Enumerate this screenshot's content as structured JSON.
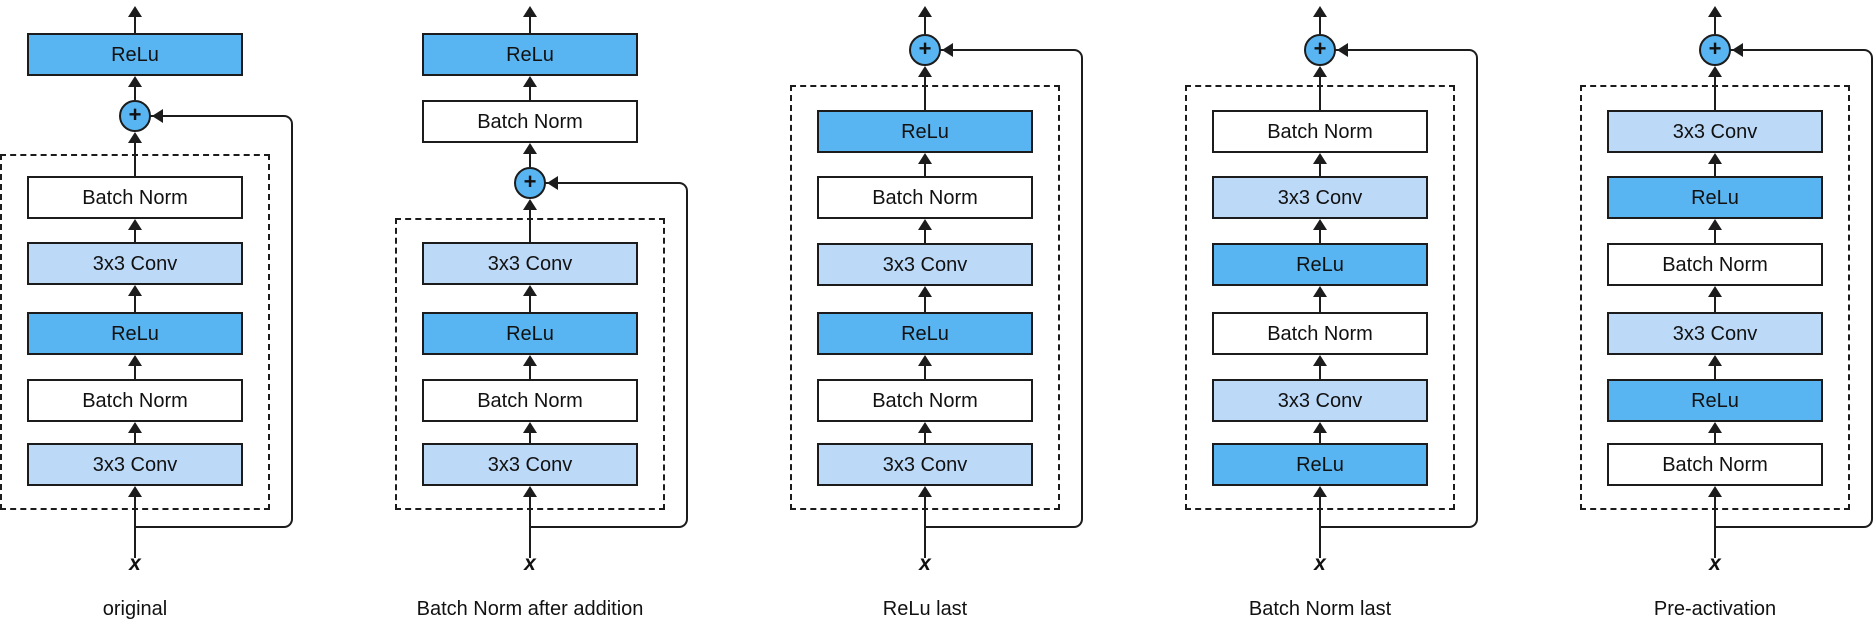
{
  "colors": {
    "relu": "#58b5f2",
    "conv": "#bcd9f8",
    "bn": "#ffffff",
    "line": "#1c1c1c",
    "bg": "#ffffff"
  },
  "diagrams": [
    {
      "caption": "original",
      "input_label": "x",
      "add_symbol": "+",
      "outside": [
        {
          "type": "relu",
          "label": "ReLu"
        }
      ],
      "inside": [
        {
          "type": "bn",
          "label": "Batch Norm"
        },
        {
          "type": "conv",
          "label": "3x3 Conv"
        },
        {
          "type": "relu",
          "label": "ReLu"
        },
        {
          "type": "bn",
          "label": "Batch Norm"
        },
        {
          "type": "conv",
          "label": "3x3 Conv"
        }
      ]
    },
    {
      "caption": "Batch Norm after addition",
      "input_label": "x",
      "add_symbol": "+",
      "outside": [
        {
          "type": "relu",
          "label": "ReLu"
        },
        {
          "type": "bn",
          "label": "Batch Norm"
        }
      ],
      "inside": [
        {
          "type": "conv",
          "label": "3x3 Conv"
        },
        {
          "type": "relu",
          "label": "ReLu"
        },
        {
          "type": "bn",
          "label": "Batch Norm"
        },
        {
          "type": "conv",
          "label": "3x3 Conv"
        }
      ]
    },
    {
      "caption": "ReLu last",
      "input_label": "x",
      "add_symbol": "+",
      "outside": [],
      "inside": [
        {
          "type": "relu",
          "label": "ReLu"
        },
        {
          "type": "bn",
          "label": "Batch Norm"
        },
        {
          "type": "conv",
          "label": "3x3 Conv"
        },
        {
          "type": "relu",
          "label": "ReLu"
        },
        {
          "type": "bn",
          "label": "Batch Norm"
        },
        {
          "type": "conv",
          "label": "3x3 Conv"
        }
      ]
    },
    {
      "caption": "Batch Norm last",
      "input_label": "x",
      "add_symbol": "+",
      "outside": [],
      "inside": [
        {
          "type": "bn",
          "label": "Batch Norm"
        },
        {
          "type": "conv",
          "label": "3x3 Conv"
        },
        {
          "type": "relu",
          "label": "ReLu"
        },
        {
          "type": "bn",
          "label": "Batch Norm"
        },
        {
          "type": "conv",
          "label": "3x3 Conv"
        },
        {
          "type": "relu",
          "label": "ReLu"
        }
      ]
    },
    {
      "caption": "Pre-activation",
      "input_label": "x",
      "add_symbol": "+",
      "outside": [],
      "inside": [
        {
          "type": "conv",
          "label": "3x3 Conv"
        },
        {
          "type": "relu",
          "label": "ReLu"
        },
        {
          "type": "bn",
          "label": "Batch Norm"
        },
        {
          "type": "conv",
          "label": "3x3 Conv"
        },
        {
          "type": "relu",
          "label": "ReLu"
        },
        {
          "type": "bn",
          "label": "Batch Norm"
        }
      ]
    }
  ]
}
